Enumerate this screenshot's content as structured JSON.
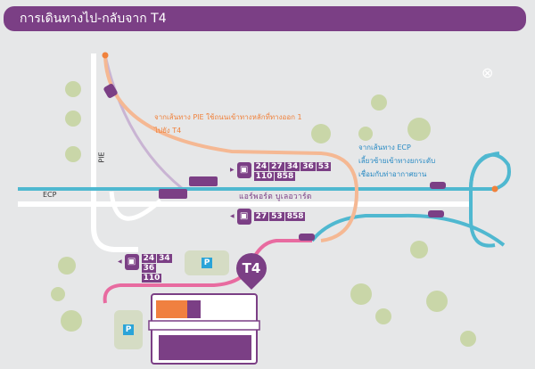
{
  "title": "การเดินทางไป-กลับจาก T4",
  "roads": {
    "pie": "PIE",
    "ecp": "ECP",
    "boulevard": "แอร์พอร์ต บูเลอวาร์ด"
  },
  "notes": {
    "pie_line1": "จากเส้นทาง PIE ใช้ถนนเข้าทางหลักที่ทางออก 1",
    "pie_line2": "ไปยัง T4",
    "ecp_line1": "จากเส้นทาง ECP",
    "ecp_line2": "เลี้ยวซ้ายเข้าทางยกระดับ",
    "ecp_line3": "เชื่อมกับท่าอากาศยาน"
  },
  "bus_stops": [
    {
      "routes": [
        "24",
        "27",
        "34",
        "36",
        "53",
        "110",
        "858"
      ]
    },
    {
      "routes": [
        "27",
        "53",
        "858"
      ]
    },
    {
      "routes": [
        "24",
        "34",
        "36",
        "110"
      ]
    }
  ],
  "parking": "P",
  "terminal": "T4",
  "colors": {
    "purple": "#7b3f85",
    "orange": "#f0823c",
    "teal": "#4fb8d0",
    "pink": "#e86ba0"
  }
}
